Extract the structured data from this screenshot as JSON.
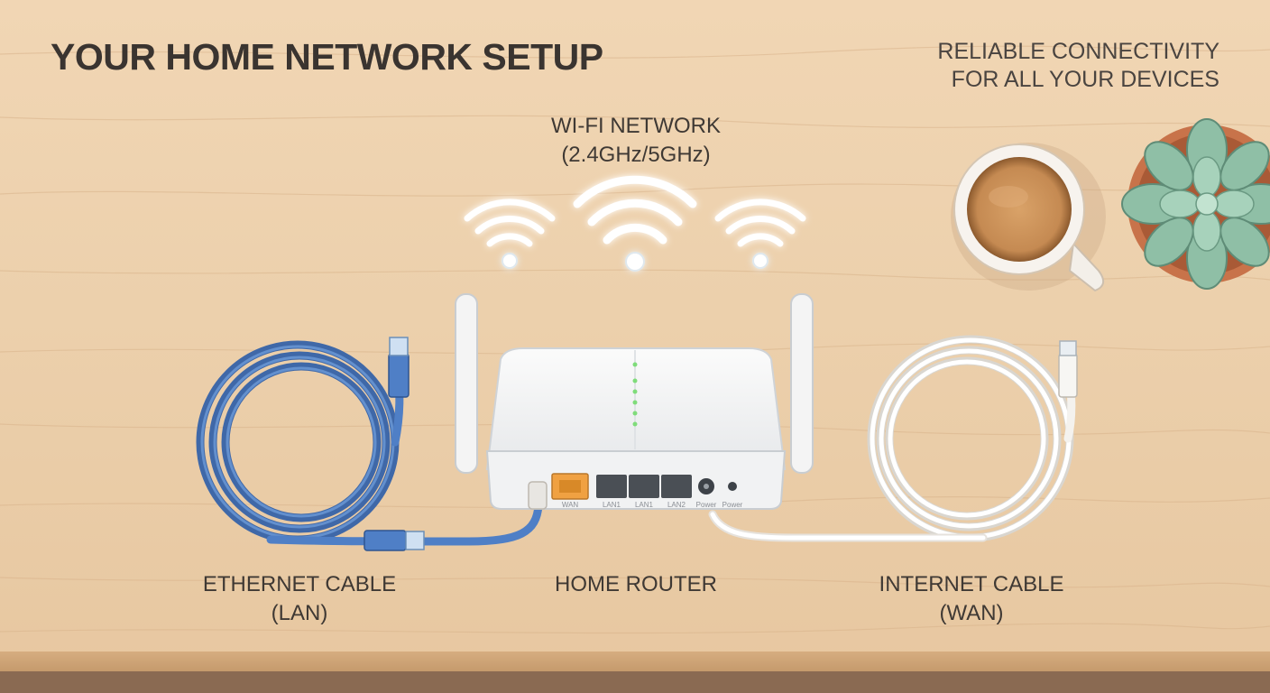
{
  "title": "YOUR HOME NETWORK SETUP",
  "tagline": [
    "RELIABLE CONNECTIVITY",
    "FOR ALL YOUR DEVICES"
  ],
  "labels": {
    "wifi": [
      "WI-FI NETWORK",
      "(2.4GHz/5GHz)"
    ],
    "ethernet": [
      "ETHERNET CABLE",
      "(LAN)"
    ],
    "router": "HOME ROUTER",
    "internet": [
      "INTERNET CABLE",
      "(WAN)"
    ]
  },
  "ports": [
    "WAN",
    "LAN1",
    "LAN1",
    "LAN2",
    "Power",
    "Power"
  ],
  "colors": {
    "wood": "#ecd0ac",
    "text": "#3b3530",
    "ethernet_cable": "#4f7fc6",
    "internet_cable": "#f4f2ee",
    "router": "#f6f6f6",
    "wifi_glow": "#ffffff",
    "router_leds": "#7fdc7a",
    "wan_port": "#f0a142"
  },
  "icons": [
    "wifi-icon",
    "wifi-icon",
    "wifi-icon",
    "router-icon",
    "ethernet-cable-icon",
    "internet-cable-icon",
    "coffee-cup-icon",
    "succulent-plant-icon"
  ]
}
